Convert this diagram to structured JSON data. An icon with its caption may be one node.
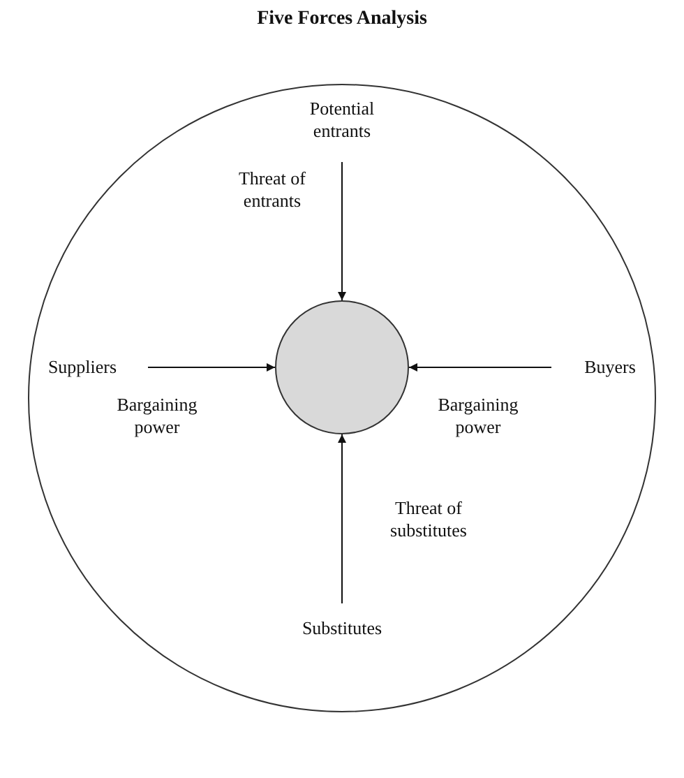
{
  "diagram": {
    "title": "Five Forces Analysis",
    "nodes": [
      {
        "text": [],
        "shape": "circle"
      },
      {
        "text": [
          "Potential entrants"
        ],
        "in": 0
      },
      {
        "text": [
          "Suppliers"
        ],
        "in": 0
      },
      {
        "text": [],
        "shape": "circle",
        "in": 0
      },
      {
        "text": [
          "Buyers"
        ],
        "in": 0
      },
      {
        "text": [
          "Substitutes"
        ],
        "in": 0
      }
    ],
    "edges": [
      {
        "from": 1,
        "to": 3,
        "arrow": "to",
        "label": "Threat of entrants"
      },
      {
        "from": 2,
        "to": 3,
        "arrow": "to",
        "label": "Bargaining power"
      },
      {
        "from": 4,
        "to": 3,
        "arrow": "to",
        "label": "Bargaining power"
      },
      {
        "from": 5,
        "to": 3,
        "arrow": "to",
        "label": "Threat of substitutes"
      }
    ]
  }
}
